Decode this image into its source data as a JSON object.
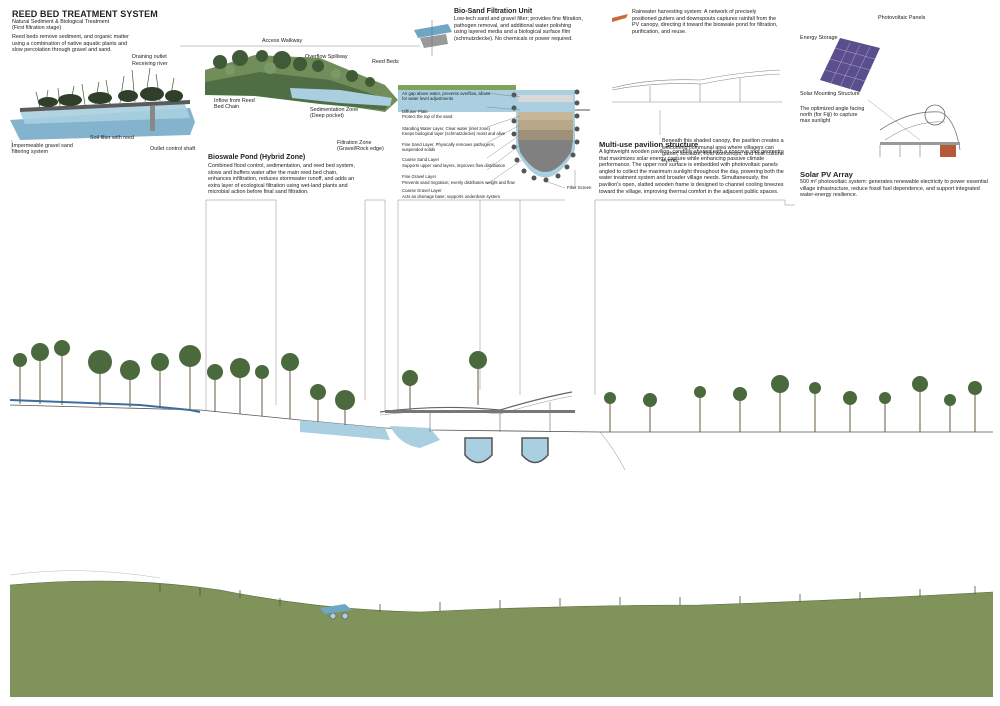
{
  "reed_bed": {
    "title": "REED BED TREATMENT SYSTEM",
    "subtitle_1": "Natural Sediment & Biological Treatment",
    "subtitle_2": "(First filtration stage)",
    "description": "Reed beds remove sediment, and organic matter using a combination of native aquatic plants and slow percolation through gravel and sand.",
    "label_draining_outlet": "Draining outlet",
    "label_receiving_river": "Receiving river",
    "label_impermeable": "Impermeable gravel sand filtering system",
    "label_soil_filter": "Soil filter with reed",
    "label_outlet_shaft": "Outlet control shaft"
  },
  "bioswale": {
    "label_access_walkway": "Access Walkway",
    "label_overflow_spillway": "Overflow Spillway",
    "label_reed_beds": "Reed Beds",
    "label_inflow": "Inflow from Reed Bed Chain",
    "label_sedimentation": "Sedimentation Zone (Deep pocket)",
    "label_filtration_zone": "Filtration Zone (Gravel/Rock edge)",
    "title": "Bioswale Pond (Hybrid Zone)",
    "description": "Combined flood control, sedimentation, and reed bed system, slows and buffers water after the main reed bed chain, enhances infiltration, reduces stormwater runoff, and adds an extra layer of ecological filtration using wet-land plants and microbial action before final sand filtration."
  },
  "biosand": {
    "title": "Bio-Sand Filtration Unit",
    "description": "Low-tech sand and gravel filter; provides fine filtration, pathogen removal, and additional water polishing using layered media and a biological surface film (schmutzdecke). No chemicals or power required.",
    "layers": [
      {
        "name": "Air gap above water, prevents overflow, allows for water level adjustments",
        "detail": ""
      },
      {
        "name": "Diffuser Plate",
        "detail": "Protect the top of the sand"
      },
      {
        "name": "Standing Water Layer, Clear water (inlet zone)",
        "detail": "Keeps biological layer (schmutzdecke) moist and alive"
      },
      {
        "name": "Fine Sand Layer, Physically removes pathogens, suspended solids",
        "detail": ""
      },
      {
        "name": "Coarse Sand Layer",
        "detail": "Supports upper sand layers, improves flow distribution"
      },
      {
        "name": "Fine Gravel Layer",
        "detail": "Prevents sand migration; evenly distributes weight and flow"
      },
      {
        "name": "Coarse Gravel Layer",
        "detail": "Acts as drainage base; supports underdrain system"
      }
    ],
    "label_filter_screen": "Filter Screen"
  },
  "rainwater": {
    "description": "Rainwater harvesting system: A network of precisely positioned gutters and downspouts captures rainfall from the PV canopy, directing it toward the bioswale pond for filtration, purification, and reuse."
  },
  "canopy": {
    "description": "Beneath this shaded canopy, the pavilion creates a welcoming communal area where villagers can gather, socialize, hold workshops, and host cultural events."
  },
  "pavilion": {
    "title": "Multi-use pavilion structure",
    "description": "A lightweight wooden pavilion, carefully shaped with a concave roof geometry that maximizes solar energy capture while enhancing passive climate performance. The upper roof surface is embedded with photovoltaic panels angled to collect the maximum sunlight throughout the day, powering both the water treatment system and broader village needs. Simultaneously, the pavilion's open, slatted wooden frame is designed to channel cooling breezes toward the village, improving thermal comfort in the adjacent public spaces."
  },
  "solar": {
    "label_pv_panels": "Photovoltaic Panels",
    "label_energy_storage": "Energy Storage",
    "label_mounting": "Solar Mounting Structure",
    "label_angle": "The optimized angle facing north (for Fiji) to capture max sunlight",
    "title": "Solar PV Array",
    "description": "500 m² photovoltaic system: generates renewable electricity to power essential village infrastructure, reduce fossil fuel dependence, and support integrated water-energy resilience."
  },
  "colors": {
    "water": "#a9cfe0",
    "water_dark": "#6fa6c4",
    "vegetation": "#4f6e43",
    "terrain": "#7f935a",
    "line": "#555555"
  }
}
